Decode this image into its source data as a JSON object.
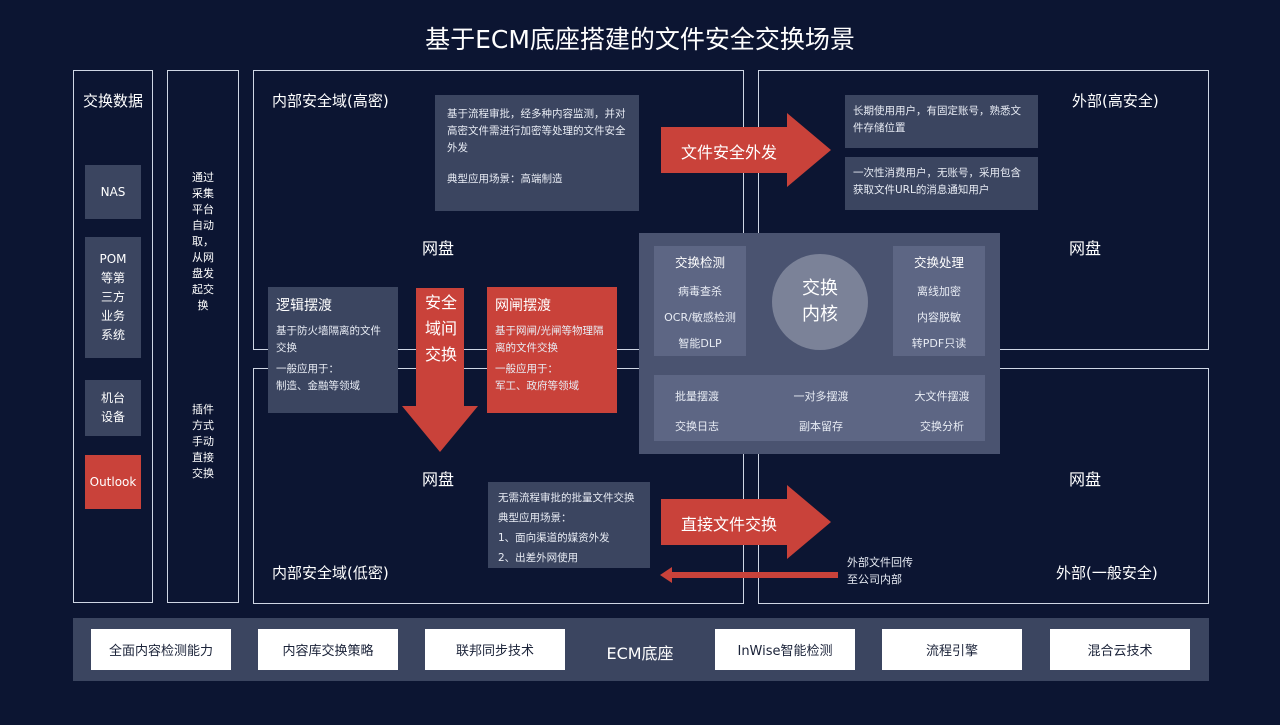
{
  "title": "基于ECM底座搭建的文件安全交换场景",
  "left_panel": {
    "heading": "交换数据",
    "items": [
      {
        "label": "NAS",
        "color": "#3b4560"
      },
      {
        "label": "POM等第三方业务系统",
        "color": "#3b4560"
      },
      {
        "label": "机台设备",
        "color": "#3b4560"
      },
      {
        "label": "Outlook",
        "color": "#c9423a"
      }
    ]
  },
  "collect_panel": {
    "top_text": "通过采集平台自动取，从网盘发起交换",
    "bottom_text": "插件方式手动直接交换"
  },
  "internal_high": {
    "label": "内部安全域(高密)",
    "netdisk": "网盘",
    "desc": "基于流程审批，经多种内容监测，并对高密文件需进行加密等处理的文件安全外发",
    "scenario": "典型应用场景：高端制造"
  },
  "internal_low": {
    "label": "内部安全域(低密)",
    "netdisk": "网盘",
    "desc_lines": [
      "无需流程审批的批量文件交换",
      "典型应用场景：",
      "1、面向渠道的媒资外发",
      "2、出差外网使用"
    ]
  },
  "logic_ferry": {
    "title": "逻辑摆渡",
    "desc": "基于防火墙隔离的文件交换",
    "apply_label": "一般应用于：",
    "apply": "制造、金融等领域"
  },
  "security_domain_arrow": "安全域间交换",
  "gateway_ferry": {
    "title": "网闸摆渡",
    "desc": "基于网闸/光闸等物理隔离的文件交换",
    "apply_label": "一般应用于：",
    "apply": "军工、政府等领域"
  },
  "core": {
    "detect_title": "交换检测",
    "detect_items": [
      "病毒查杀",
      "OCR/敏感检测",
      "智能DLP"
    ],
    "center": "交换内核",
    "process_title": "交换处理",
    "process_items": [
      "离线加密",
      "内容脱敏",
      "转PDF只读"
    ],
    "bottom_row1": [
      "批量摆渡",
      "一对多摆渡",
      "大文件摆渡"
    ],
    "bottom_row2": [
      "交换日志",
      "副本留存",
      "交换分析"
    ]
  },
  "arrows": {
    "secure_out": "文件安全外发",
    "direct": "直接文件交换",
    "return": "外部文件回传至公司内部"
  },
  "external_high": {
    "label": "外部(高安全)",
    "netdisk": "网盘",
    "notes": [
      "长期使用用户，有固定账号，熟悉文件存储位置",
      "一次性消费用户，无账号，采用包含获取文件URL的消息通知用户"
    ]
  },
  "external_low": {
    "label": "外部(一般安全)",
    "netdisk": "网盘"
  },
  "ecm_base": {
    "label": "ECM底座",
    "left_chips": [
      "全面内容检测能力",
      "内容库交换策略",
      "联邦同步技术"
    ],
    "right_chips": [
      "InWise智能检测",
      "流程引擎",
      "混合云技术"
    ]
  },
  "colors": {
    "background": "#0c1532",
    "panel": "#3b4560",
    "accent_red": "#c9423a",
    "frame": "#cfd6e4"
  }
}
